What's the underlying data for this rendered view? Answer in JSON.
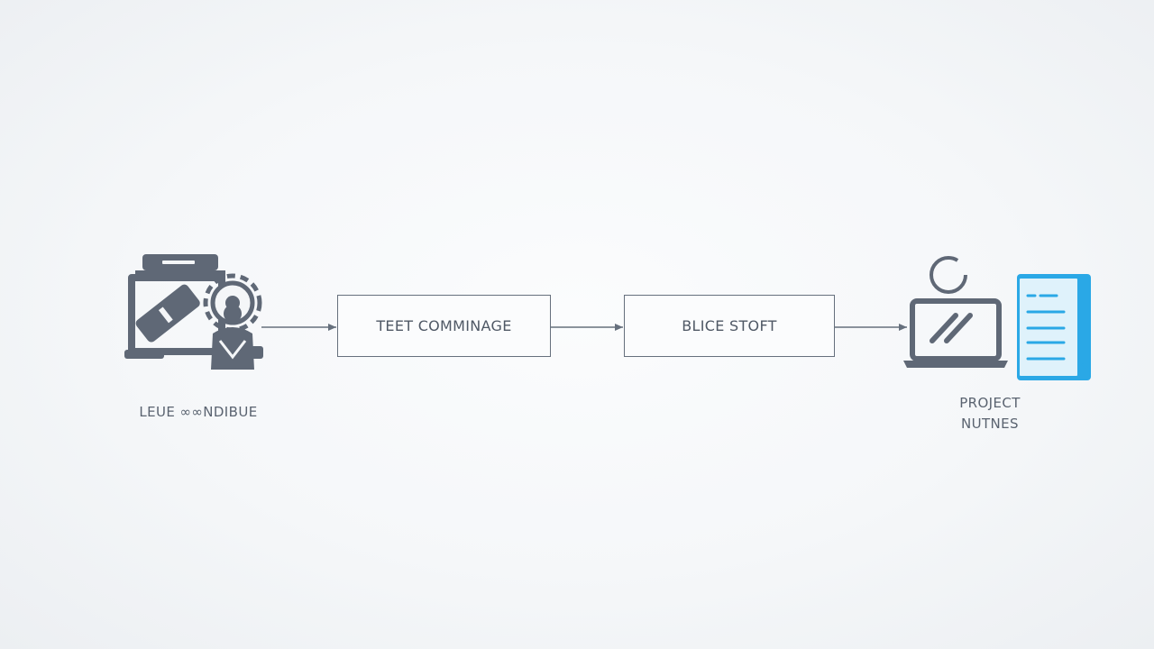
{
  "nodes": {
    "source": {
      "label": "LEUE ∞∞NDIBUE",
      "icon": "factory-gear-icon"
    },
    "step_one": {
      "label": "TEET COMMINAGE"
    },
    "step_two": {
      "label": "BLICE STOFT"
    },
    "destination": {
      "label_line1": "PROJECT",
      "label_line2": "NUTNES",
      "icon": "laptop-document-icon"
    }
  },
  "colors": {
    "stroke": "#66707d",
    "icon_gray": "#5f6876",
    "accent_blue": "#2aa8e6",
    "background": "#f4f6f8"
  }
}
